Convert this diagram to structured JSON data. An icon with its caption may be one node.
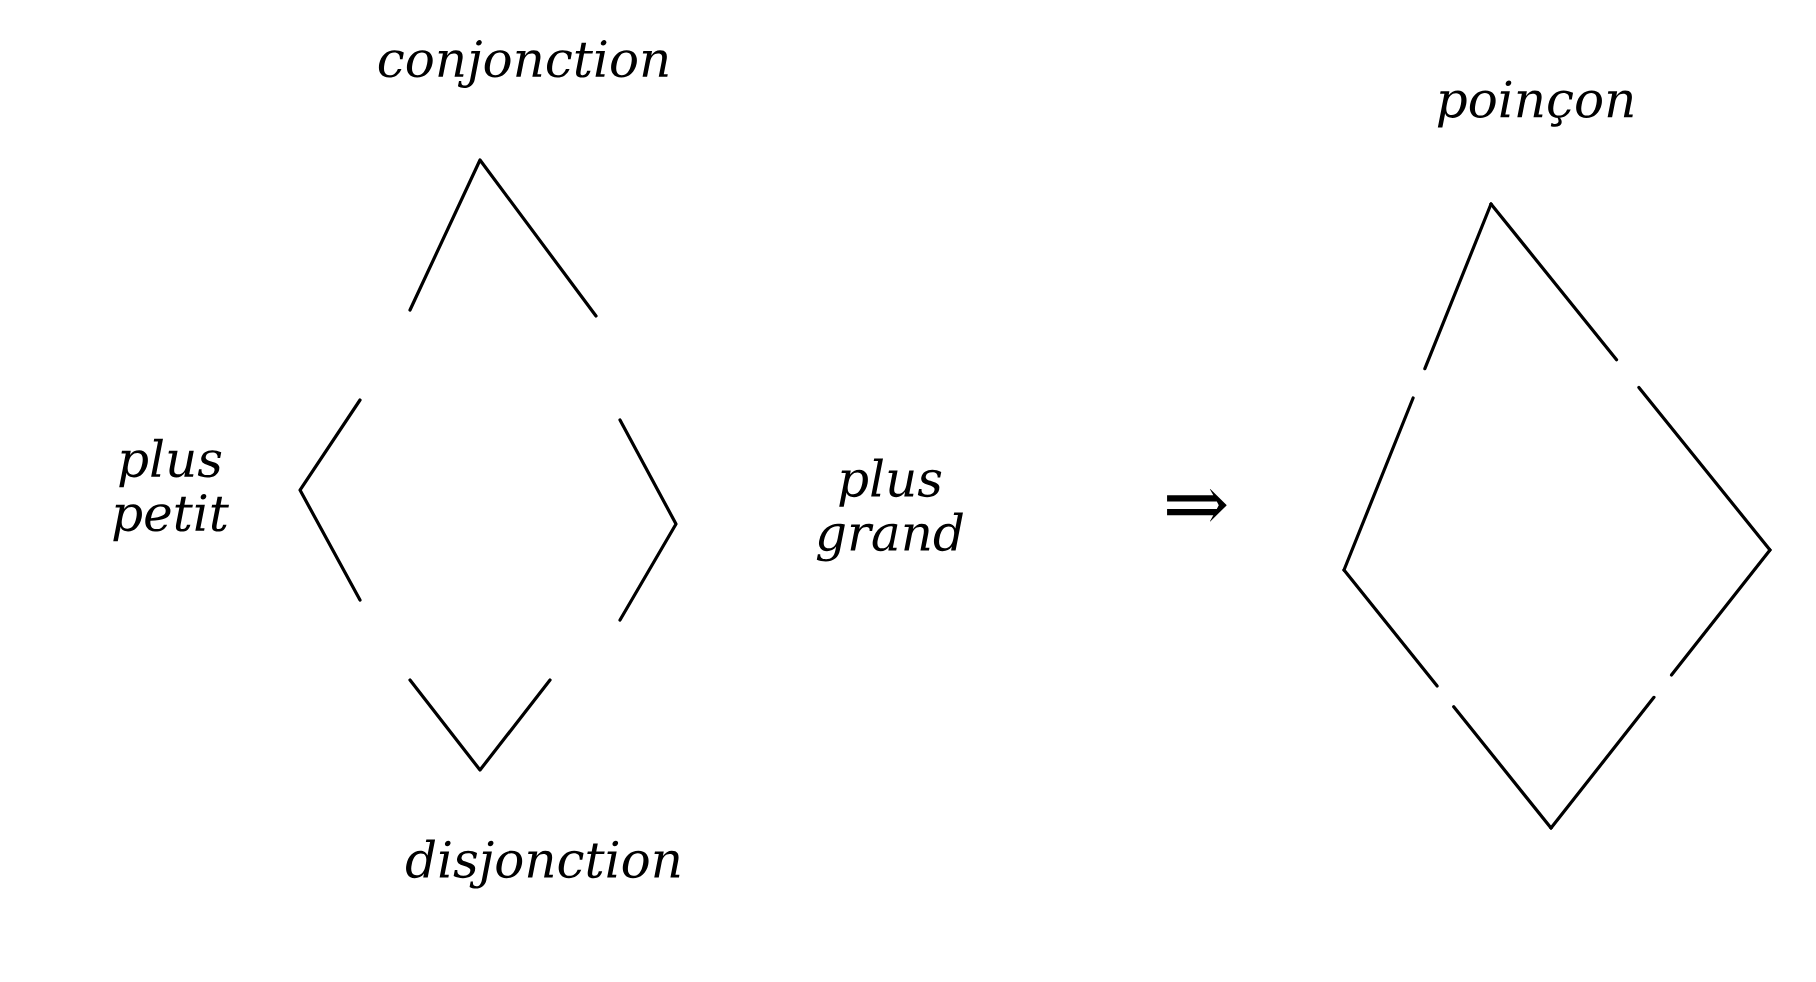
{
  "diagram": {
    "nodes": [
      {
        "text": [],
        "shape": "diamond",
        "beside": [
          "conjonction",
          "plus petit",
          "plus grand",
          "disjonction"
        ]
      },
      {
        "text": [],
        "shape": "diamond",
        "beside": [
          "poinçon"
        ]
      }
    ],
    "labels": [
      "⇒"
    ]
  }
}
